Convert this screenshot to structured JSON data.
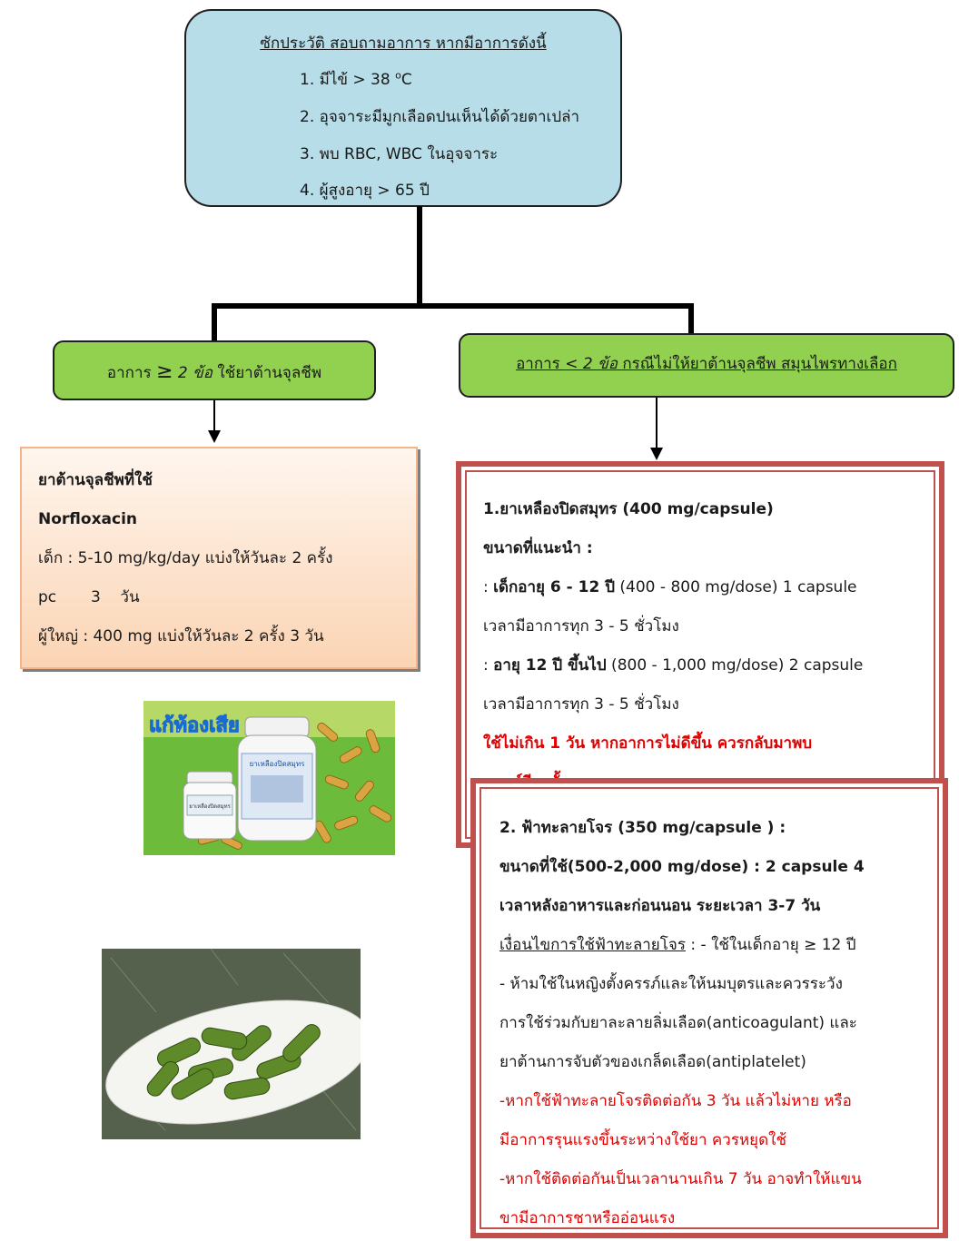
{
  "top": {
    "title": "ซักประวัติ สอบถามอาการ หากมีอาการดังนี้",
    "items": [
      {
        "text": "1. มีไข้ > 38 ",
        "sup": "o",
        "suffix": "C"
      },
      {
        "text": "2. อุจจาระมีมูกเลือดปนเห็นได้ด้วยตาเปล่า"
      },
      {
        "text": "3. พบ RBC, WBC ในอุจจาระ"
      },
      {
        "text": "4.  ผู้สูงอายุ > 65 ปี"
      }
    ]
  },
  "left_branch": {
    "prefix": "อาการ ",
    "symbol": "≥",
    "italic": " 2 ข้อ",
    "suffix": "  ใช้ยาต้านจุลชีพ"
  },
  "right_branch": {
    "prefix": "อาการ ",
    "italic": "< 2 ข้อ",
    "suffix": "  กรณีไม่ให้ยาต้านจุลชีพ สมุนไพรทางเลือก"
  },
  "antibiotic": {
    "heading": "ยาต้านจุลชีพที่ใช้",
    "drug": "Norfloxacin",
    "child_line1": "เด็ก : 5-10  mg/kg/day แบ่งให้วันละ 2 ครั้ง",
    "child_line2": "pc       3    วัน",
    "adult": "ผู้ใหญ่ :  400  mg  แบ่งให้วันละ 2 ครั้ง  3 วัน"
  },
  "herb1": {
    "title": "1.ยาเหลืองปิดสมุทร (400 mg/capsule)",
    "dose_label": "ขนาดที่แนะนำ  :",
    "child_prefix": ": ",
    "child_bold": "เด็กอายุ 6 - 12 ปี",
    "child_rest": " (400 - 800 mg/dose)  1 capsule",
    "child_time": "เวลามีอาการทุก   3 - 5 ชั่วโมง",
    "adult_prefix": ": ",
    "adult_bold": "อายุ 12 ปี ขึ้นไป",
    "adult_rest": " (800 - 1,000 mg/dose) 2 capsule",
    "adult_time": "เวลามีอาการทุก 3 - 5 ชั่วโมง",
    "warning_1": "ใช้ไม่เกิน 1 วัน หากอาการไม่ดีขึ้น ควรกลับมาพบ",
    "warning_2": "แพทย์อีกครั้ง"
  },
  "herb2": {
    "title": "2.  ฟ้าทะลายโจร (350 mg/capsule ) :",
    "dose_1": "ขนาดที่ใช้(500-2,000 mg/dose) : 2 capsule  4",
    "dose_2": "เวลาหลังอาหารและก่อนนอน   ระยะเวลา  3-7  วัน",
    "cond_label": " เงื่อนไขการใช้ฟ้าทะลายโจร",
    "cond_rest": " : - ใช้ในเด็กอายุ  ≥ 12 ปี",
    "line_3": "- ห้ามใช้ในหญิงตั้งครรภ์และให้นมบุตรและควรระวัง",
    "line_4": "การใช้ร่วมกับยาละลายลิ่มเลือด(anticoagulant) และ",
    "line_5": "ยาต้านการจับตัวของเกล็ดเลือด(antiplatelet)",
    "red_1": "-หากใช้ฟ้าทะลายโจรติดต่อกัน 3  วัน แล้วไม่หาย หรือ",
    "red_2": "มีอาการรุนแรงขึ้นระหว่างใช้ยา ควรหยุดใช้",
    "red_3": "-หากใช้ติดต่อกันเป็นเวลานานเกิน 7 วัน อาจทำให้แขน",
    "red_4": "ขามีอาการชาหรืออ่อนแรง"
  },
  "product_photo": {
    "banner": "แก้ท้องเสีย",
    "big_bottle_label": "ยาเหลืองปิดสมุทร",
    "small_bottle_label": "ยาเหลืองปิดสมุทร"
  }
}
